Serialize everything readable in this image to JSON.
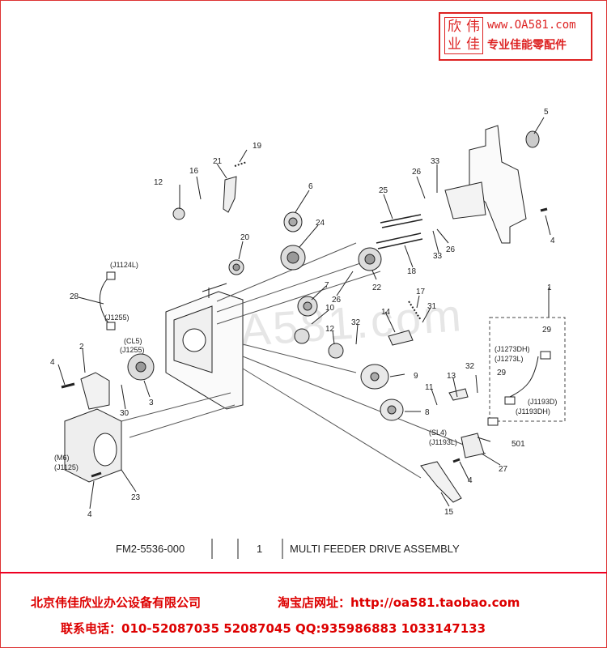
{
  "logo": {
    "chars": [
      "欣",
      "伟",
      "业",
      "佳"
    ],
    "url": "www.OA581.com",
    "tagline": "专业佳能零配件"
  },
  "watermark": "OA581.com",
  "callouts": [
    {
      "id": "c1",
      "text": "1"
    },
    {
      "id": "c2",
      "text": "2"
    },
    {
      "id": "c3",
      "text": "3"
    },
    {
      "id": "c4a",
      "text": "4"
    },
    {
      "id": "c4b",
      "text": "4"
    },
    {
      "id": "c4c",
      "text": "4"
    },
    {
      "id": "c4d",
      "text": "4"
    },
    {
      "id": "c5",
      "text": "5"
    },
    {
      "id": "c6",
      "text": "6"
    },
    {
      "id": "c7",
      "text": "7"
    },
    {
      "id": "c8",
      "text": "8"
    },
    {
      "id": "c9",
      "text": "9"
    },
    {
      "id": "c10",
      "text": "10"
    },
    {
      "id": "c11",
      "text": "11"
    },
    {
      "id": "c12a",
      "text": "12"
    },
    {
      "id": "c12b",
      "text": "12"
    },
    {
      "id": "c13",
      "text": "13"
    },
    {
      "id": "c14",
      "text": "14"
    },
    {
      "id": "c15",
      "text": "15"
    },
    {
      "id": "c16",
      "text": "16"
    },
    {
      "id": "c17",
      "text": "17"
    },
    {
      "id": "c18",
      "text": "18"
    },
    {
      "id": "c19",
      "text": "19"
    },
    {
      "id": "c20",
      "text": "20"
    },
    {
      "id": "c21",
      "text": "21"
    },
    {
      "id": "c22",
      "text": "22"
    },
    {
      "id": "c23",
      "text": "23"
    },
    {
      "id": "c24",
      "text": "24"
    },
    {
      "id": "c25",
      "text": "25"
    },
    {
      "id": "c26a",
      "text": "26"
    },
    {
      "id": "c26b",
      "text": "26"
    },
    {
      "id": "c26c",
      "text": "26"
    },
    {
      "id": "c27",
      "text": "27"
    },
    {
      "id": "c28",
      "text": "28"
    },
    {
      "id": "c29a",
      "text": "29"
    },
    {
      "id": "c29b",
      "text": "29"
    },
    {
      "id": "c30",
      "text": "30"
    },
    {
      "id": "c31",
      "text": "31"
    },
    {
      "id": "c32a",
      "text": "32"
    },
    {
      "id": "c32b",
      "text": "32"
    },
    {
      "id": "c33a",
      "text": "33"
    },
    {
      "id": "c33b",
      "text": "33"
    },
    {
      "id": "c501",
      "text": "501"
    }
  ],
  "connectors": {
    "j1124l": "(J1124L)",
    "j1255a": "(J1255)",
    "cl5": "(CL5)",
    "j1255b": "(J1255)",
    "m6": "(M6)",
    "j1125": "(J1125)",
    "j1273dh": "(J1273DH)",
    "j1273l": "(J1273L)",
    "j1193d": "(J1193D)",
    "j1193dh": "(J1193DH)",
    "sl4": "(SL4)",
    "j1193l": "(J1193L)"
  },
  "caption": {
    "part_number": "FM2-5536-000",
    "quantity": "1",
    "description": "MULTI FEEDER DRIVE ASSEMBLY"
  },
  "footer": {
    "company": "北京伟佳欣业办公设备有限公司",
    "shop": "淘宝店网址：http://oa581.taobao.com",
    "contact": "联系电话：010-52087035 52087045 QQ:935986883 1033147133"
  },
  "colors": {
    "accent": "#dd0000",
    "line": "#222222"
  }
}
